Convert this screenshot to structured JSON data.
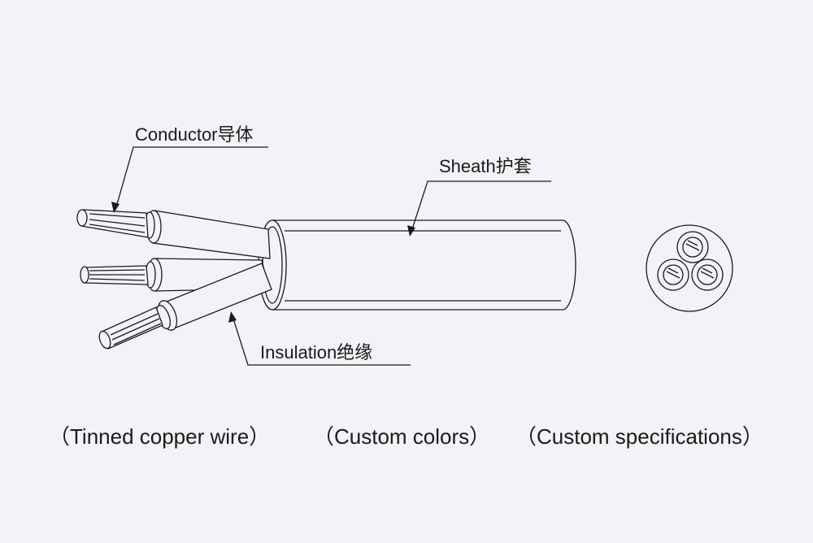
{
  "labels": {
    "conductor": "Conductor导体",
    "sheath": "Sheath护套",
    "insulation": "Insulation绝缘"
  },
  "captions": {
    "conductor_note": "（Tinned copper wire）",
    "colors_note": "（Custom colors）",
    "spec_note": "（Custom specifications）"
  },
  "colors": {
    "background": "#f3f3f7",
    "line": "#1a1a1a"
  }
}
